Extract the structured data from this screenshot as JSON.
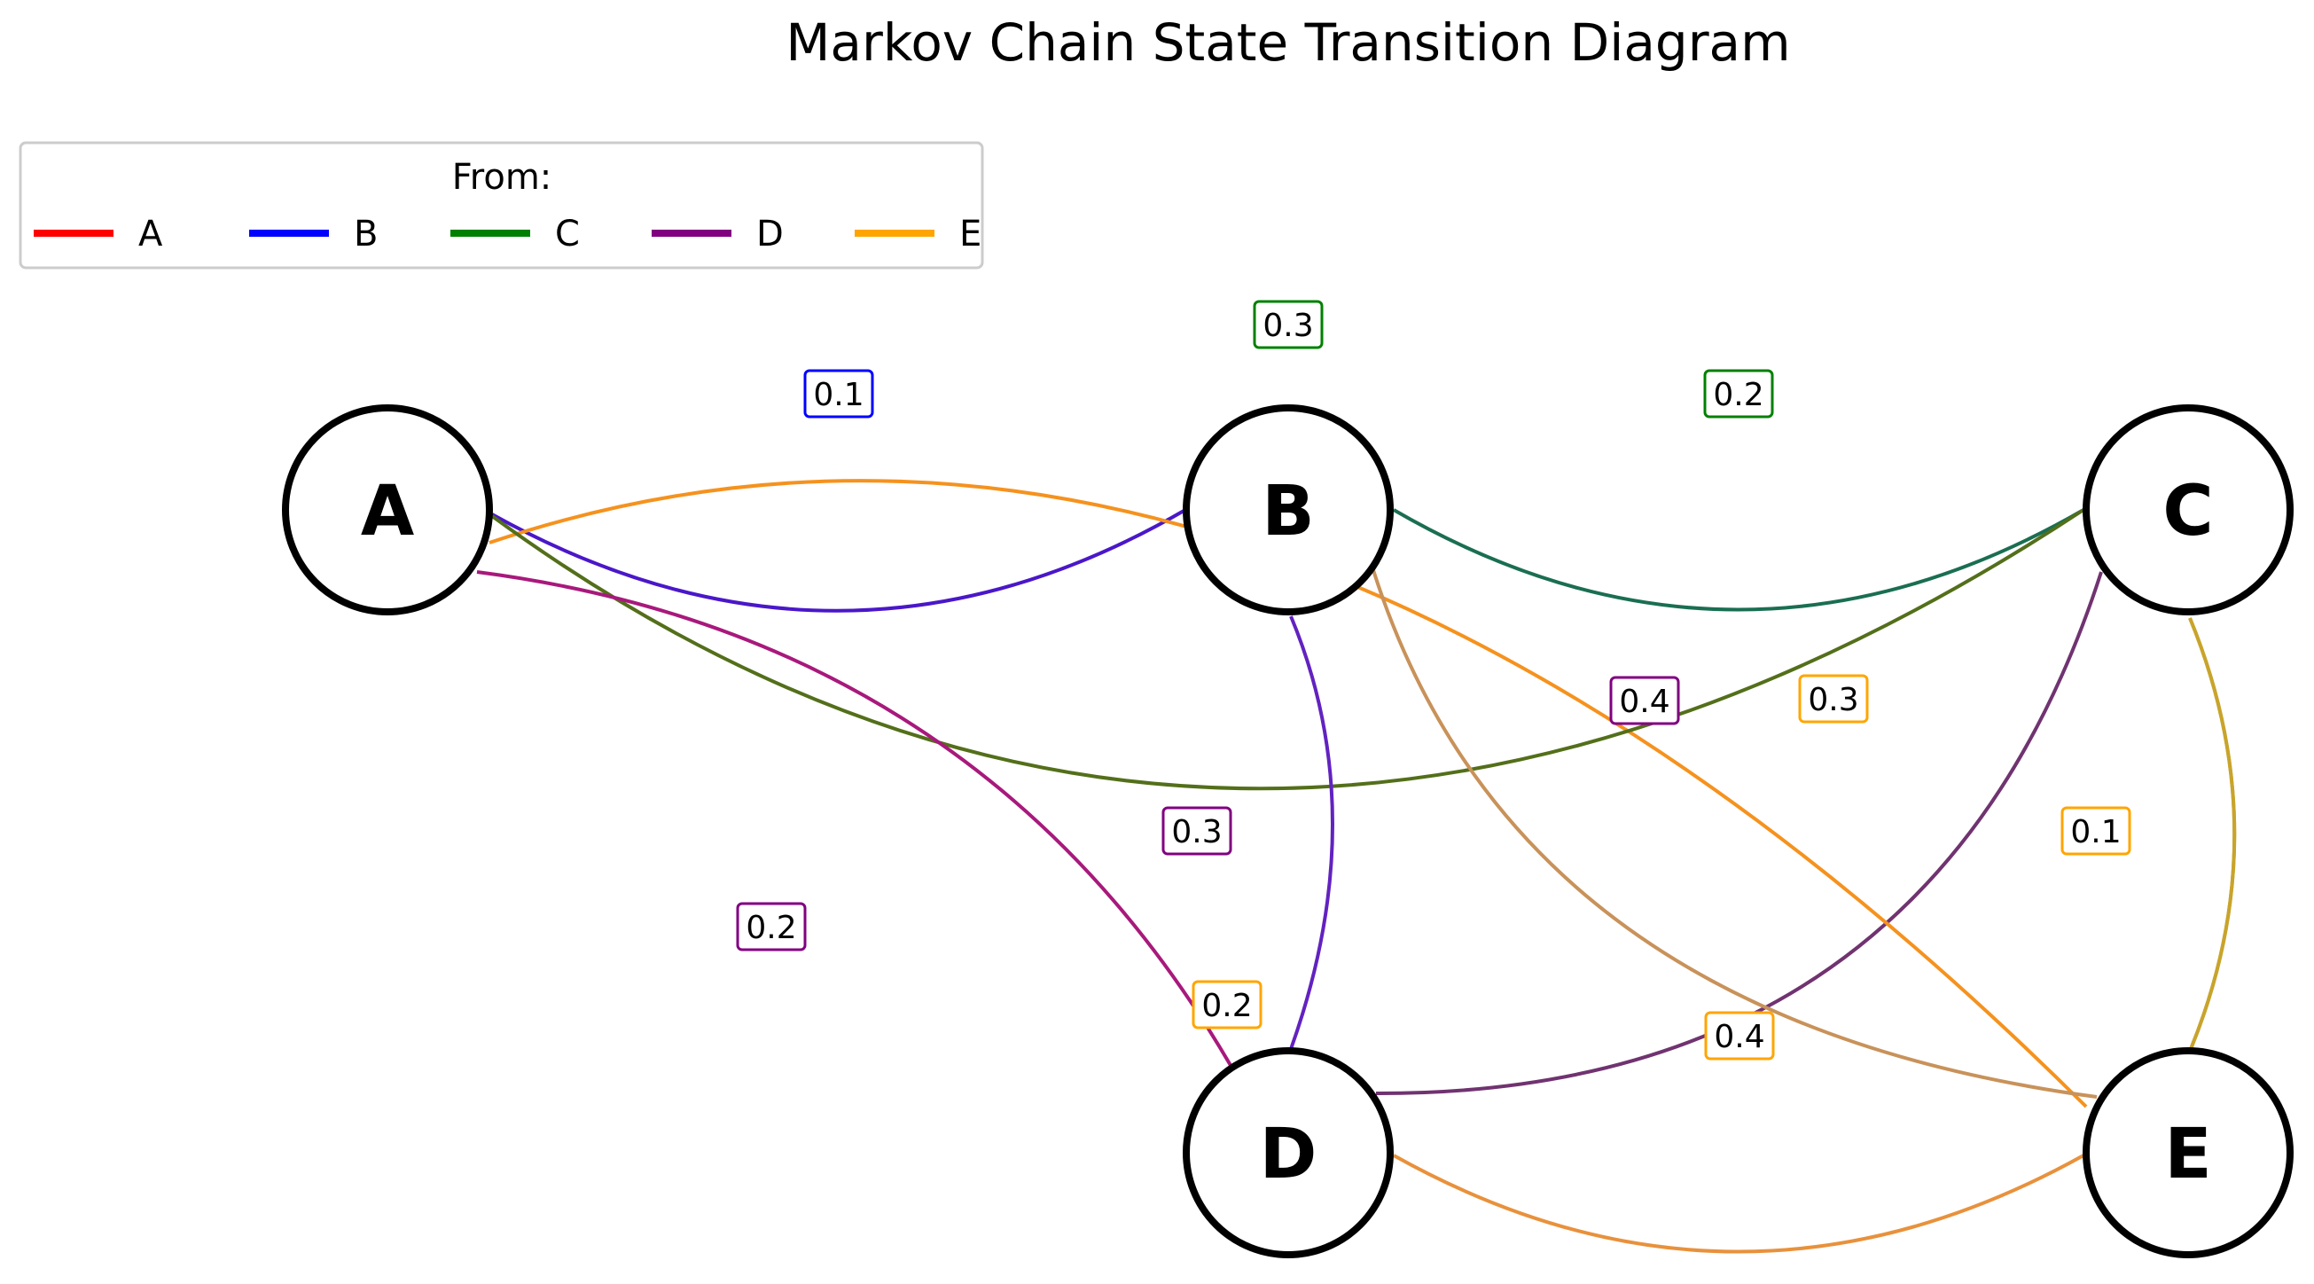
{
  "title": "Markov Chain State Transition Diagram",
  "legend": {
    "title": "From:",
    "entries": [
      {
        "label": "A",
        "color": "#ff0000"
      },
      {
        "label": "B",
        "color": "#0000ff"
      },
      {
        "label": "C",
        "color": "#008000"
      },
      {
        "label": "D",
        "color": "#800080"
      },
      {
        "label": "E",
        "color": "#ffa500"
      }
    ]
  },
  "nodes": [
    {
      "id": "A",
      "label": "A"
    },
    {
      "id": "B",
      "label": "B"
    },
    {
      "id": "C",
      "label": "C"
    },
    {
      "id": "D",
      "label": "D"
    },
    {
      "id": "E",
      "label": "E"
    }
  ],
  "edges": [
    {
      "from": "B",
      "to": "A",
      "prob": "0.1",
      "color": "#4a17c9",
      "label_color": "#0000ff"
    },
    {
      "from": "C",
      "to": "B",
      "prob": "0.3",
      "color": "#1a6e52",
      "label_color": "#008000"
    },
    {
      "from": "C",
      "to": "E",
      "prob": "0.2",
      "color": "#c8a42c",
      "label_color": "#008000"
    },
    {
      "from": "D",
      "to": "C",
      "prob": "0.4",
      "color": "#703370",
      "label_color": "#800080"
    },
    {
      "from": "E",
      "to": "A",
      "prob": "0.3",
      "color": "#f5921e",
      "label_color": "#ffa500"
    },
    {
      "from": "D",
      "to": "A",
      "prob": "0.3",
      "color": "#536f1a",
      "label_color": "#800080"
    },
    {
      "from": "D",
      "to": "A",
      "prob": "0.2",
      "color": "#a8197c",
      "label_color": "#800080"
    },
    {
      "from": "E",
      "to": "B",
      "prob": "0.2",
      "color": "#6222c0",
      "label_color": "#ffa500"
    },
    {
      "from": "E",
      "to": "B",
      "prob": "0.4",
      "color": "#c8925a",
      "label_color": "#ffa500"
    },
    {
      "from": "E",
      "to": "C",
      "prob": "0.1",
      "color": "#c8a42c",
      "label_color": "#ffa500"
    },
    {
      "from": "E",
      "to": "D",
      "prob": "",
      "color": "#e8913c",
      "label_color": "#ffa500"
    }
  ]
}
